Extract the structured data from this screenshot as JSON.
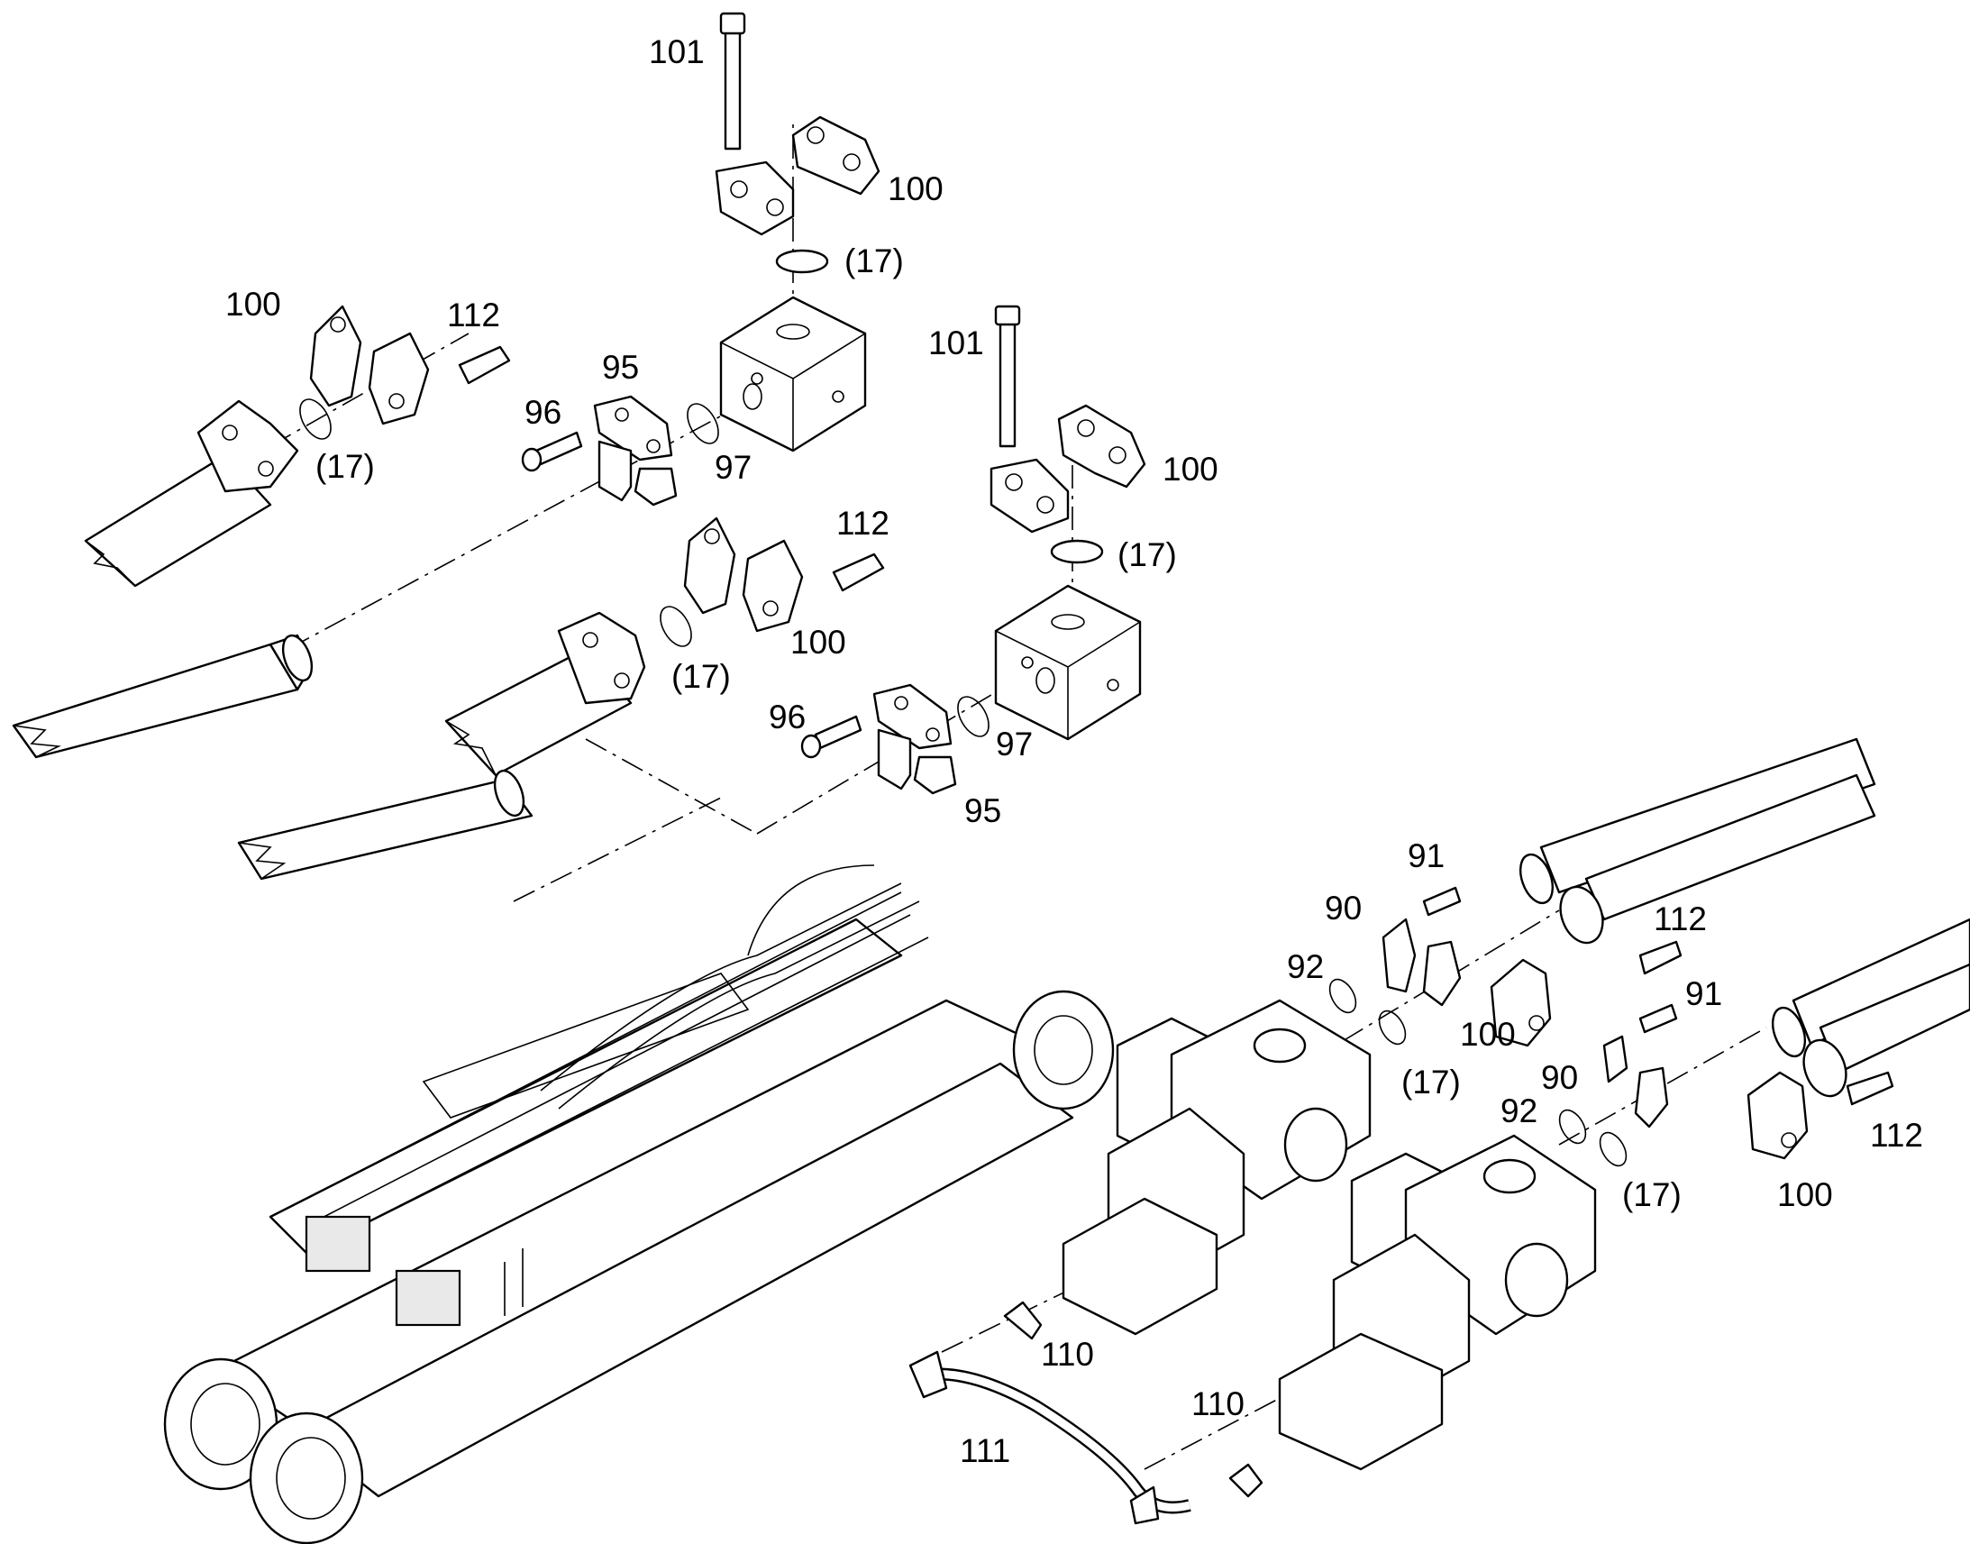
{
  "callouts": {
    "c101a": "101",
    "c100a": "100",
    "c17a": "(17)",
    "c100b": "100",
    "c112a": "112",
    "c17b": "(17)",
    "c95a": "95",
    "c96a": "96",
    "c97a": "97",
    "c101b": "101",
    "c100c": "100",
    "c17c": "(17)",
    "c112b": "112",
    "c17d": "(17)",
    "c100d": "100",
    "c96b": "96",
    "c97b": "97",
    "c95b": "95",
    "c91a": "91",
    "c90a": "90",
    "c112c": "112",
    "c92a": "92",
    "c100e": "100",
    "c17e": "(17)",
    "c91b": "91",
    "c90b": "90",
    "c92b": "92",
    "c112d": "112",
    "c17f": "(17)",
    "c100f": "100",
    "c110a": "110",
    "c110b": "110",
    "c111": "111"
  }
}
